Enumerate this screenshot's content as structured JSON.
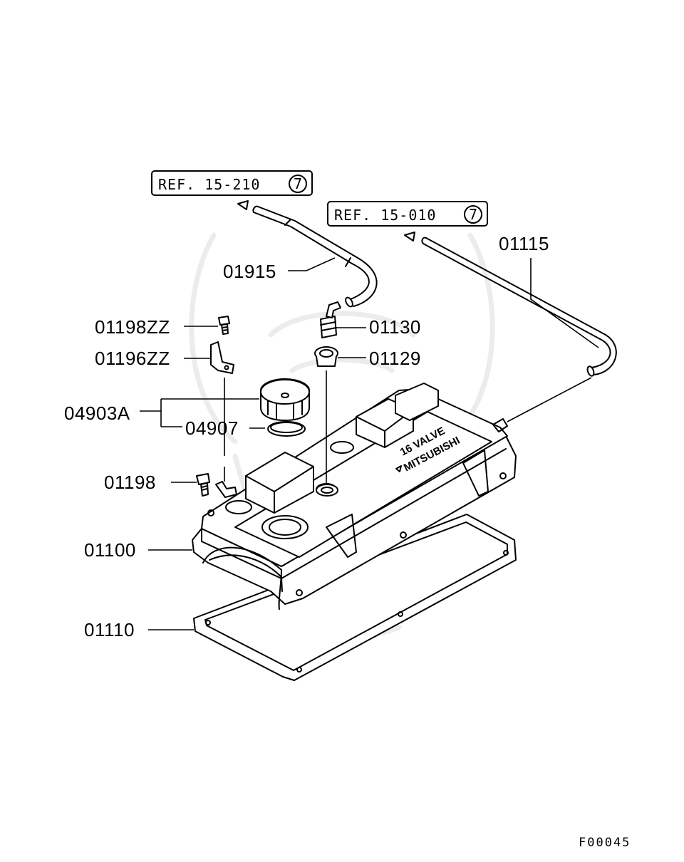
{
  "diagram": {
    "references": [
      {
        "text": "REF. 15-210",
        "circled": "7"
      },
      {
        "text": "REF. 15-010",
        "circled": "7"
      }
    ],
    "part_labels": {
      "p01915": "01915",
      "p01115": "01115",
      "p01198ZZ": "01198ZZ",
      "p01130": "01130",
      "p01196ZZ": "01196ZZ",
      "p01129": "01129",
      "p04903A": "04903A",
      "p04907": "04907",
      "p01198": "01198",
      "p01100": "01100",
      "p01110": "01110"
    },
    "embossing": {
      "line1": "16 VALVE",
      "line2": "MITSUBISHI"
    },
    "figure_code": "F00045"
  }
}
